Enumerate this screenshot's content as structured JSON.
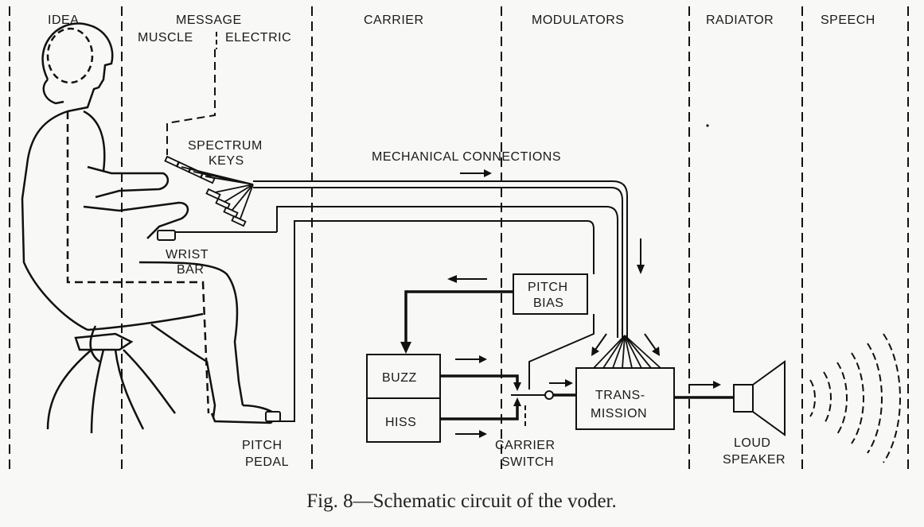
{
  "columns": {
    "idea": "IDEA",
    "message": "MESSAGE",
    "muscle": "MUSCLE",
    "electric": "ELECTRIC",
    "carrier": "CARRIER",
    "modulators": "MODULATORS",
    "radiator": "RADIATOR",
    "speech": "SPEECH"
  },
  "labels": {
    "spectrum": "SPECTRUM",
    "keys": "KEYS",
    "mechanical_connections": "MECHANICAL CONNECTIONS",
    "wrist": "WRIST",
    "bar": "BAR",
    "pitch": "PITCH",
    "bias": "BIAS",
    "buzz": "BUZZ",
    "hiss": "HISS",
    "trans": "TRANS-",
    "mission": "MISSION",
    "carrier_word": "CARRIER",
    "switch": "SWITCH",
    "pitch_word": "PITCH",
    "pedal": "PEDAL",
    "loud": "LOUD",
    "speaker": "SPEAKER"
  },
  "caption": "Fig. 8—Schematic circuit of the voder."
}
